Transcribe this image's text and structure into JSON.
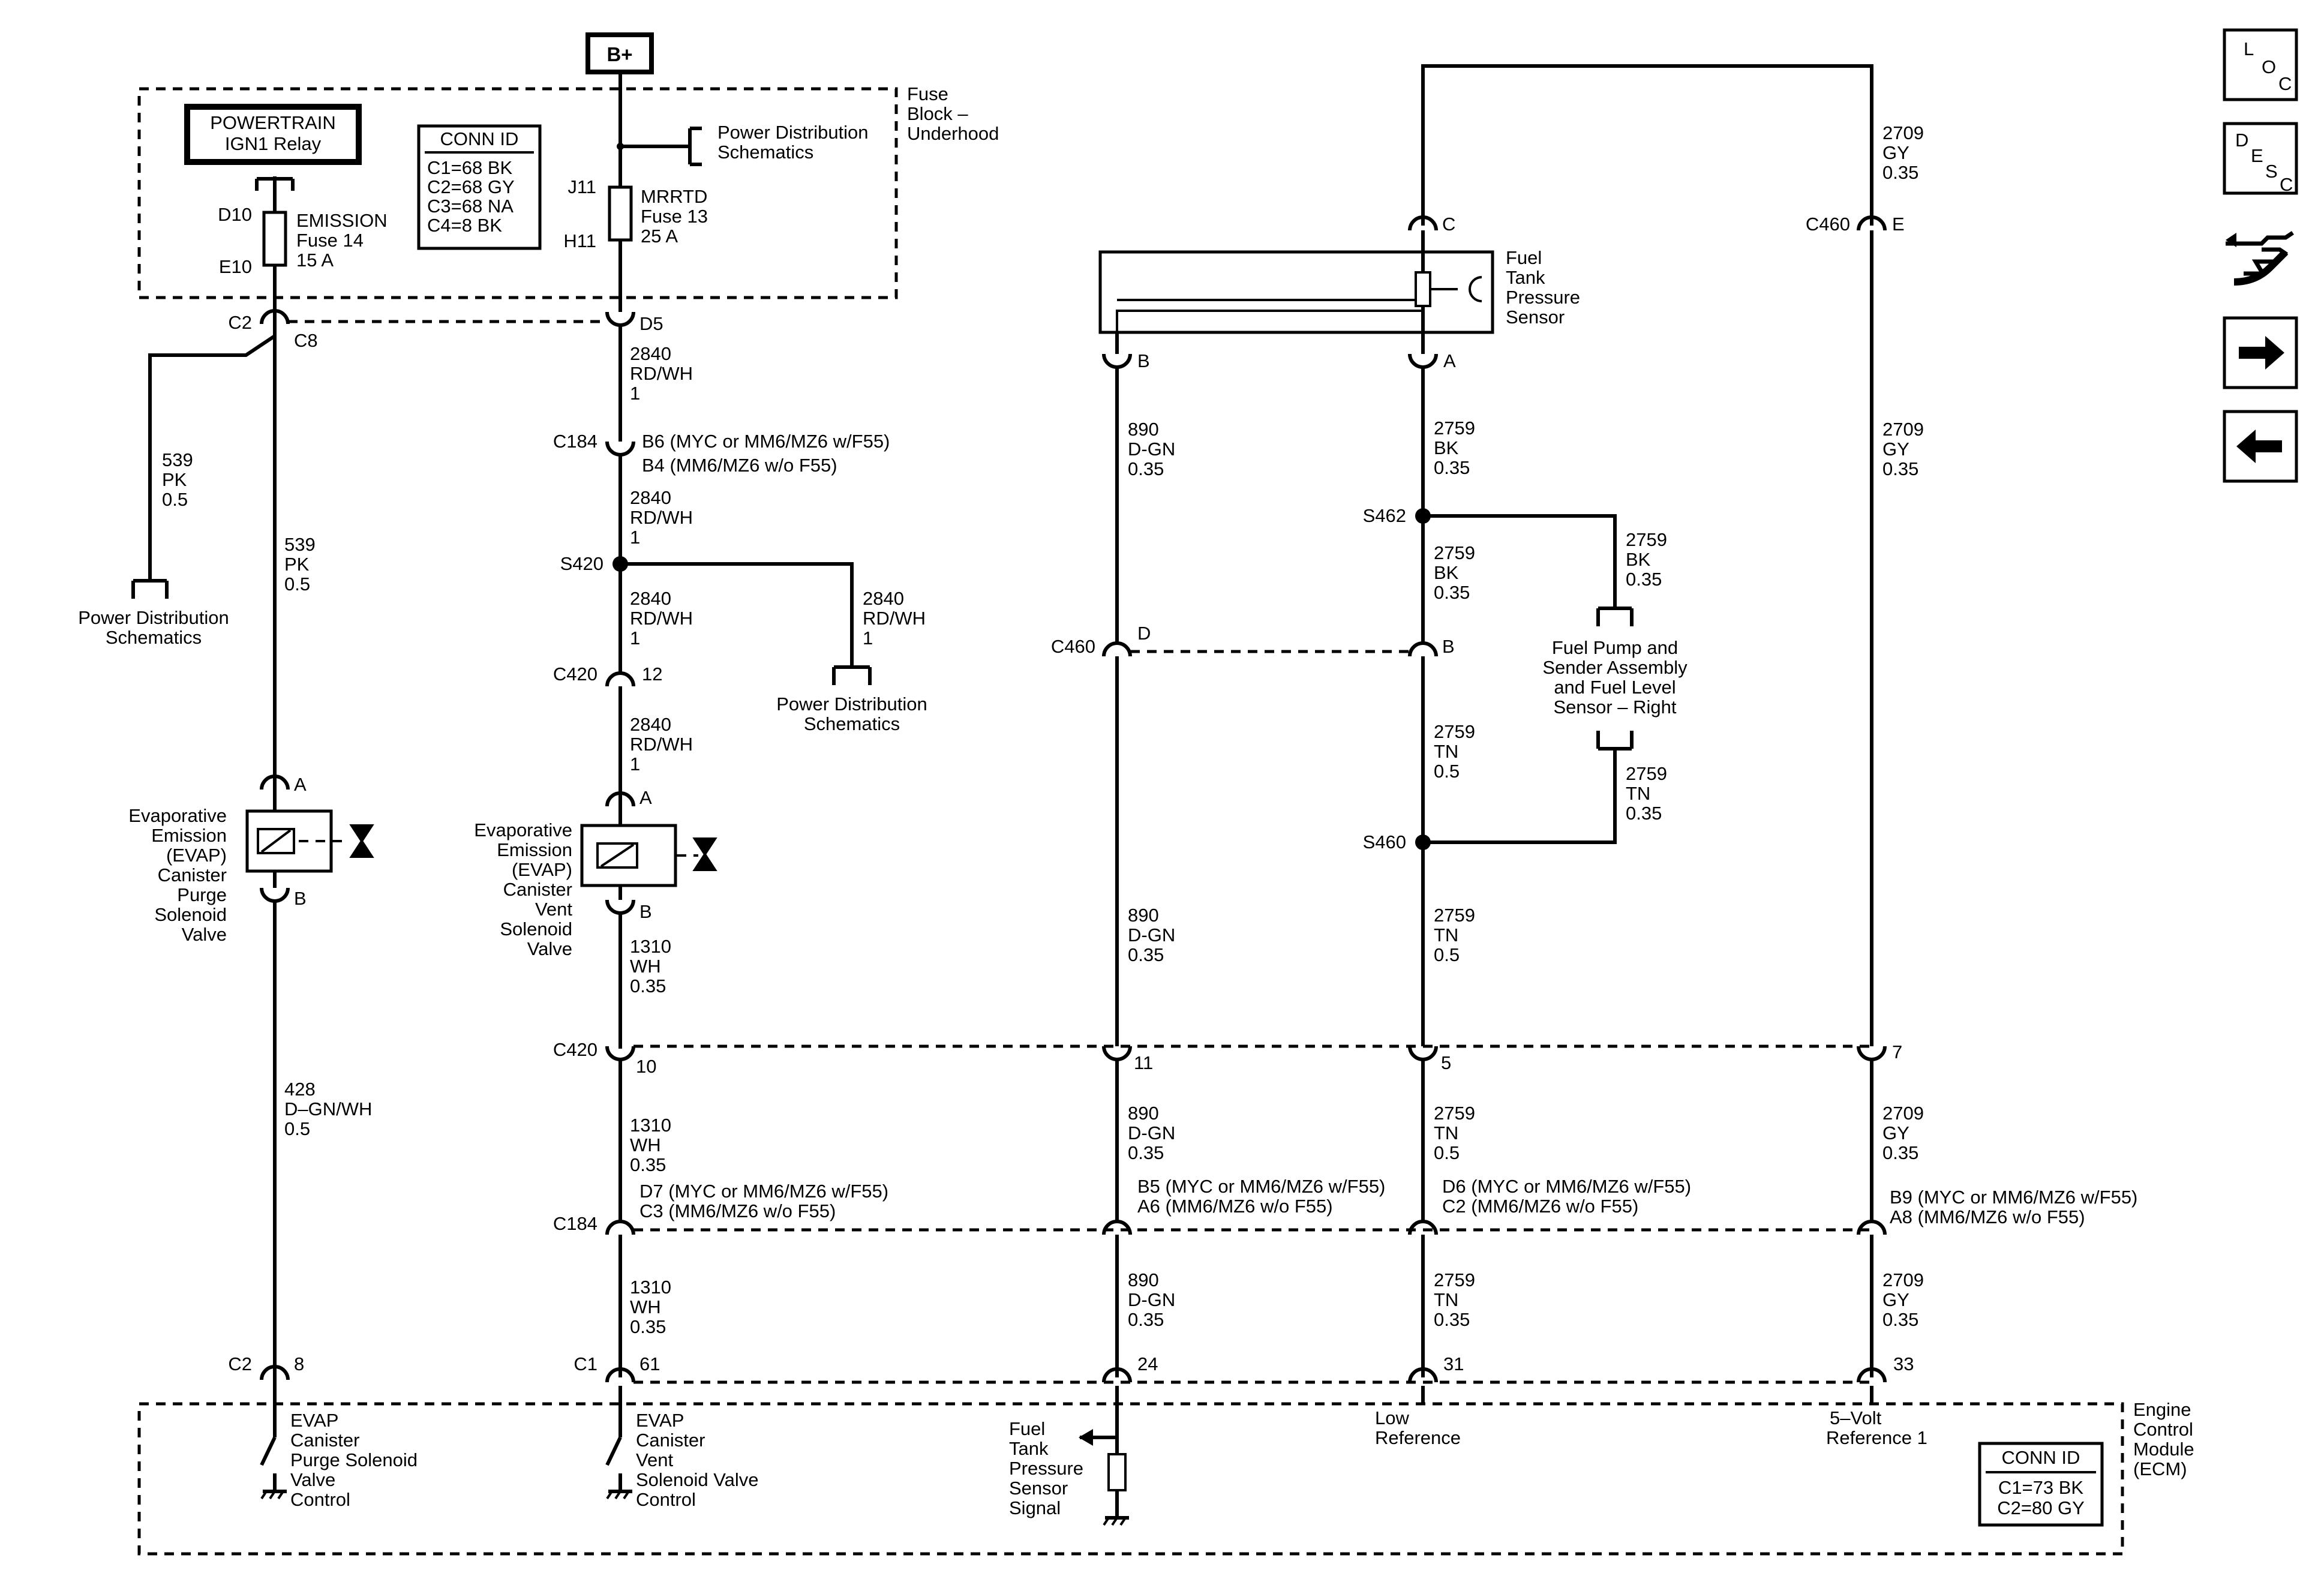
{
  "labels": {
    "b_plus": "B+",
    "fuse_block": [
      "Fuse",
      "Block –",
      "Underhood"
    ],
    "powertrain_relay": [
      "POWERTRAIN",
      "IGN1 Relay"
    ],
    "conn_id_fuse_title": "CONN ID",
    "conn_id_fuse": [
      "C1=68 BK",
      "C2=68 GY",
      "C3=68 NA",
      "C4=8 BK"
    ],
    "power_dist_top": [
      "Power Distribution",
      "Schematics"
    ],
    "j11": "J11",
    "h11": "H11",
    "mrrtd": [
      "MRRTD",
      "Fuse 13",
      "25 A"
    ],
    "d10": "D10",
    "e10": "E10",
    "emission": [
      "EMISSION",
      "Fuse 14",
      "15 A"
    ],
    "c2_top": "C2",
    "c8": "C8",
    "d5": "D5",
    "w539_left": [
      "539",
      "PK",
      "0.5"
    ],
    "w539_main": [
      "539",
      "PK",
      "0.5"
    ],
    "power_dist_left": [
      "Power Distribution",
      "Schematics"
    ],
    "w2840_a": [
      "2840",
      "RD/WH",
      "1"
    ],
    "c184_top": "C184",
    "c184_top_pins": [
      "B6 (MYC or MM6/MZ6 w/F55)",
      "B4 (MM6/MZ6 w/o F55)"
    ],
    "w2840_b": [
      "2840",
      "RD/WH",
      "1"
    ],
    "s420": "S420",
    "w2840_c": [
      "2840",
      "RD/WH",
      "1"
    ],
    "w2840_branch": [
      "2840",
      "RD/WH",
      "1"
    ],
    "c420_top": "C420",
    "pin12": "12",
    "power_dist_mid": [
      "Power Distribution",
      "Schematics"
    ],
    "w2840_d": [
      "2840",
      "RD/WH",
      "1"
    ],
    "purge_valve": [
      "Evaporative",
      "Emission",
      "(EVAP)",
      "Canister",
      "Purge",
      "Solenoid",
      "Valve"
    ],
    "vent_valve": [
      "Evaporative",
      "Emission",
      "(EVAP)",
      "Canister",
      "Vent",
      "Solenoid",
      "Valve"
    ],
    "pin_a": "A",
    "pin_b": "B",
    "w1310_a": [
      "1310",
      "WH",
      "0.35"
    ],
    "w428": [
      "428",
      "D–GN/WH",
      "0.5"
    ],
    "c420_bottom": "C420",
    "pins_c420": [
      "10",
      "11",
      "5",
      "7"
    ],
    "w1310_b": [
      "1310",
      "WH",
      "0.35"
    ],
    "c184_pins_1": [
      "D7 (MYC or MM6/MZ6 w/F55)",
      "C3 (MM6/MZ6 w/o F55)"
    ],
    "c184_bottom": "C184",
    "c184_pins_2": [
      "B5 (MYC or MM6/MZ6 w/F55)",
      "A6 (MM6/MZ6 w/o F55)"
    ],
    "c184_pins_3": [
      "D6 (MYC or MM6/MZ6 w/F55)",
      "C2 (MM6/MZ6 w/o F55)"
    ],
    "c184_pins_4": [
      "B9 (MYC or MM6/MZ6 w/F55)",
      "A8 (MM6/MZ6 w/o F55)"
    ],
    "w1310_c": [
      "1310",
      "WH",
      "0.35"
    ],
    "w890_a": [
      "890",
      "D-GN",
      "0.35"
    ],
    "w890_b": [
      "890",
      "D-GN",
      "0.35"
    ],
    "w890_c": [
      "890",
      "D-GN",
      "0.35"
    ],
    "w890_d": [
      "890",
      "D-GN",
      "0.35"
    ],
    "c460_left": "C460",
    "pin_d": "D",
    "pin_b_c460": "B",
    "pin_b_sensor": "B",
    "pin_a_sensor": "A",
    "pin_c": "C",
    "c460_right": "C460",
    "pin_e": "E",
    "fuel_tank_sensor": [
      "Fuel",
      "Tank",
      "Pressure",
      "Sensor"
    ],
    "w2759_bk_a": [
      "2759",
      "BK",
      "0.35"
    ],
    "s462": "S462",
    "w2759_bk_b": [
      "2759",
      "BK",
      "0.35"
    ],
    "w2759_bk_c": [
      "2759",
      "BK",
      "0.35"
    ],
    "fuel_pump": [
      "Fuel Pump and",
      "Sender Assembly",
      "and Fuel Level",
      "Sensor – Right"
    ],
    "w2759_tn_a": [
      "2759",
      "TN",
      "0.5"
    ],
    "w2759_tn_b": [
      "2759",
      "TN",
      "0.35"
    ],
    "s460": "S460",
    "w2759_tn_c": [
      "2759",
      "TN",
      "0.5"
    ],
    "w2759_tn_d": [
      "2759",
      "TN",
      "0.5"
    ],
    "w2759_tn_e": [
      "2759",
      "TN",
      "0.35"
    ],
    "w2709_a": [
      "2709",
      "GY",
      "0.35"
    ],
    "w2709_b": [
      "2709",
      "GY",
      "0.35"
    ],
    "w2709_c": [
      "2709",
      "GY",
      "0.35"
    ],
    "w2709_d": [
      "2709",
      "GY",
      "0.35"
    ],
    "c2_bottom": "C2",
    "pin8": "8",
    "c1_bottom": "C1",
    "pins_ecm": [
      "61",
      "24",
      "31",
      "33"
    ],
    "purge_control": [
      "EVAP",
      "Canister",
      "Purge Solenoid",
      "Valve",
      "Control"
    ],
    "vent_control": [
      "EVAP",
      "Canister",
      "Vent",
      "Solenoid Valve",
      "Control"
    ],
    "sensor_signal": [
      "Fuel",
      "Tank",
      "Pressure",
      "Sensor",
      "Signal"
    ],
    "low_ref": [
      "Low",
      "Reference"
    ],
    "ref5v": [
      "5–Volt",
      "Reference 1"
    ],
    "ecm": [
      "Engine",
      "Control",
      "Module",
      "(ECM)"
    ],
    "conn_id_ecm_title": "CONN ID",
    "conn_id_ecm": [
      "C1=73 BK",
      "C2=80 GY"
    ]
  },
  "nav": {
    "loc": [
      "L",
      "O",
      "C"
    ],
    "desc": [
      "D",
      "E",
      "S",
      "C"
    ],
    "icons": [
      "loc-icon",
      "desc-icon",
      "connector-tool-icon",
      "next-arrow-icon",
      "back-arrow-icon"
    ]
  }
}
